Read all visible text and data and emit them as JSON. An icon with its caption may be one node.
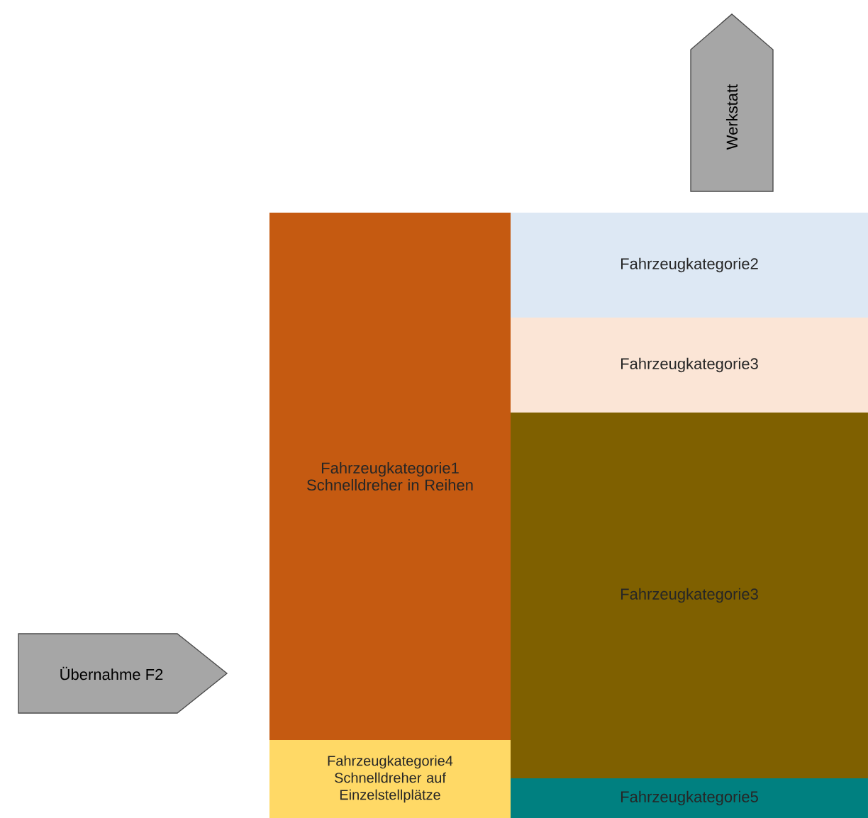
{
  "diagram": {
    "nodes": [
      {
        "text": [
          "Werkstatt"
        ]
      },
      {
        "text": [
          "Fahrzeugkategorie1 Schnelldreher in Reihen"
        ]
      },
      {
        "text": [
          "Fahrzeugkategorie2"
        ]
      },
      {
        "text": [
          "Fahrzeugkategorie3"
        ]
      },
      {
        "text": [
          "Fahrzeugkategorie3"
        ]
      },
      {
        "text": [
          "Übernahme F2"
        ]
      },
      {
        "text": [
          "Fahrzeugkategorie4 Schnelldreher auf Einzelstellplätze"
        ]
      },
      {
        "text": [
          "Fahrzeugkategorie5"
        ]
      }
    ]
  }
}
